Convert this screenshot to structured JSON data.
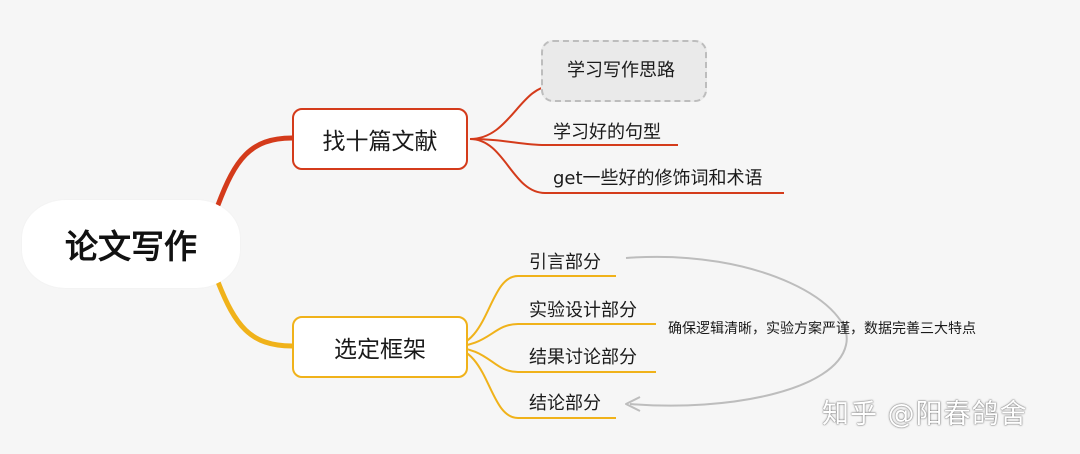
{
  "mindmap": {
    "root": {
      "label": "论文写作"
    },
    "branches": [
      {
        "label": "找十篇文献",
        "color": "#d43b1b",
        "children": [
          {
            "label": "学习写作思路",
            "selected": true
          },
          {
            "label": "学习好的句型"
          },
          {
            "label": "get一些好的修饰词和术语"
          }
        ]
      },
      {
        "label": "选定框架",
        "color": "#f0b21a",
        "children": [
          {
            "label": "引言部分"
          },
          {
            "label": "实验设计部分"
          },
          {
            "label": "结果讨论部分"
          },
          {
            "label": "结论部分"
          }
        ]
      }
    ],
    "relationship": {
      "from": "引言部分",
      "to": "结论部分",
      "label": "确保逻辑清晰，实验方案严谨，数据完善三大特点",
      "color": "#bdbdbd"
    }
  },
  "watermark": "知乎 @阳春鸽舍"
}
